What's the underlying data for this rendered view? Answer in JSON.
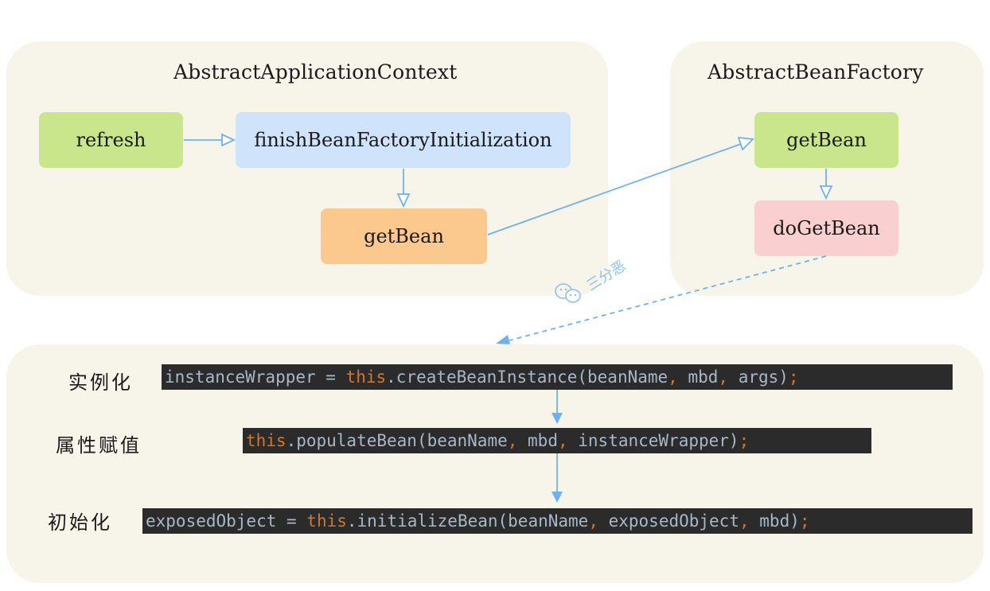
{
  "colors": {
    "panel": "#f7f4ea",
    "green": "#c9e68c",
    "blue": "#cfe3fb",
    "orange": "#fbc88e",
    "pink": "#f9cfd0",
    "arrow": "#6fb1f0",
    "code_bg": "#2b2b2b",
    "code_text": "#a9b7c6",
    "code_keyword": "#cc7832"
  },
  "left_panel": {
    "title": "AbstractApplicationContext",
    "nodes": {
      "refresh": "refresh",
      "finish": "finishBeanFactoryInitialization",
      "getbean": "getBean"
    }
  },
  "right_panel": {
    "title": "AbstractBeanFactory",
    "nodes": {
      "getbean": "getBean",
      "dogetbean": "doGetBean"
    }
  },
  "watermark": {
    "icon": "wechat-icon",
    "text": "三分恶"
  },
  "steps": [
    {
      "label": "实例化",
      "code": {
        "prefix": "instanceWrapper = ",
        "keyword": "this",
        "call": ".createBeanInstance(beanName",
        "c1": ",",
        "a2": " mbd",
        "c2": ",",
        "a3": " args)",
        "end": ";"
      }
    },
    {
      "label": "属性赋值",
      "code": {
        "keyword": "this",
        "call": ".populateBean(beanName",
        "c1": ",",
        "a2": " mbd",
        "c2": ",",
        "a3": " instanceWrapper)",
        "end": ";"
      }
    },
    {
      "label": "初始化",
      "code": {
        "prefix": "exposedObject = ",
        "keyword": "this",
        "call": ".initializeBean(beanName",
        "c1": ",",
        "a2": " exposedObject",
        "c2": ",",
        "a3": " mbd)",
        "end": ";"
      }
    }
  ]
}
